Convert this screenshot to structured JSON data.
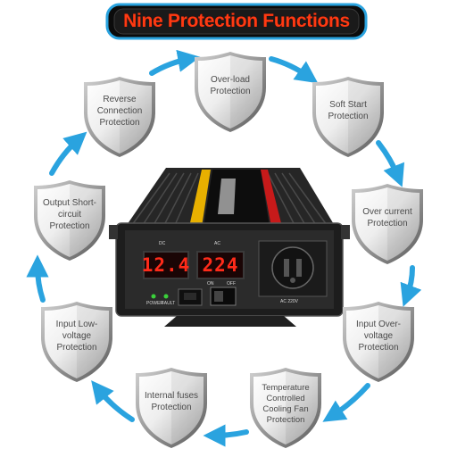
{
  "header": {
    "title": "Nine Protection Functions"
  },
  "protections": [
    {
      "id": "over-load",
      "label": "Over-load Protection"
    },
    {
      "id": "soft-start",
      "label": "Soft Start Protection"
    },
    {
      "id": "over-current",
      "label": "Over current Protection"
    },
    {
      "id": "input-over-voltage",
      "label": "Input Over-voltage Protection"
    },
    {
      "id": "temperature-fan",
      "label": "Temperature Controlled Cooling Fan Protection"
    },
    {
      "id": "internal-fuses",
      "label": "Internal fuses Protection"
    },
    {
      "id": "input-low-voltage",
      "label": "Input Low-voltage Protection"
    },
    {
      "id": "output-short-circuit",
      "label": "Output Short-circuit Protection"
    },
    {
      "id": "reverse-connection",
      "label": "Reverse Connection Protection"
    }
  ],
  "device": {
    "dc_label": "DC",
    "ac_label": "AC",
    "dc_reading": "12.4",
    "ac_reading": "224",
    "power_label": "POWER",
    "fault_label": "FAULT",
    "on_label": "ON",
    "off_label": "OFF",
    "outlet_label": "AC 220V"
  },
  "colors": {
    "arrow": "#2aa3df",
    "banner_text": "#ff3a12",
    "display_digits": "#ff2b1a",
    "shield_light": "#ffffff",
    "shield_dark": "#a8a8a8"
  }
}
